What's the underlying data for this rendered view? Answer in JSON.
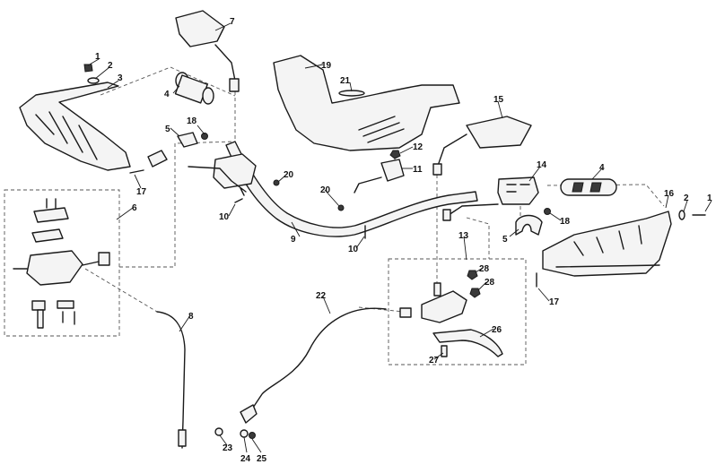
{
  "callouts": [
    {
      "id": "c1a",
      "text": "1"
    },
    {
      "id": "c2a",
      "text": "2"
    },
    {
      "id": "c3",
      "text": "3"
    },
    {
      "id": "c4a",
      "text": "4"
    },
    {
      "id": "c5a",
      "text": "5"
    },
    {
      "id": "c6",
      "text": "6"
    },
    {
      "id": "c7",
      "text": "7"
    },
    {
      "id": "c8",
      "text": "8"
    },
    {
      "id": "c9",
      "text": "9"
    },
    {
      "id": "c10a",
      "text": "10"
    },
    {
      "id": "c10b",
      "text": "10"
    },
    {
      "id": "c11",
      "text": "11"
    },
    {
      "id": "c12",
      "text": "12"
    },
    {
      "id": "c13",
      "text": "13"
    },
    {
      "id": "c14",
      "text": "14"
    },
    {
      "id": "c15",
      "text": "15"
    },
    {
      "id": "c16",
      "text": "16"
    },
    {
      "id": "c17a",
      "text": "17"
    },
    {
      "id": "c17b",
      "text": "17"
    },
    {
      "id": "c18a",
      "text": "18"
    },
    {
      "id": "c18b",
      "text": "18"
    },
    {
      "id": "c19",
      "text": "19"
    },
    {
      "id": "c20a",
      "text": "20"
    },
    {
      "id": "c20b",
      "text": "20"
    },
    {
      "id": "c21",
      "text": "21"
    },
    {
      "id": "c22",
      "text": "22"
    },
    {
      "id": "c23",
      "text": "23"
    },
    {
      "id": "c24",
      "text": "24"
    },
    {
      "id": "c25",
      "text": "25"
    },
    {
      "id": "c26",
      "text": "26"
    },
    {
      "id": "c27",
      "text": "27"
    },
    {
      "id": "c28a",
      "text": "28"
    },
    {
      "id": "c28b",
      "text": "28"
    },
    {
      "id": "c4b",
      "text": "4"
    },
    {
      "id": "c5b",
      "text": "5"
    },
    {
      "id": "c2b",
      "text": "2"
    },
    {
      "id": "c1b",
      "text": "1"
    }
  ],
  "colors": {
    "line": "#1a1a1a",
    "background": "#ffffff"
  }
}
